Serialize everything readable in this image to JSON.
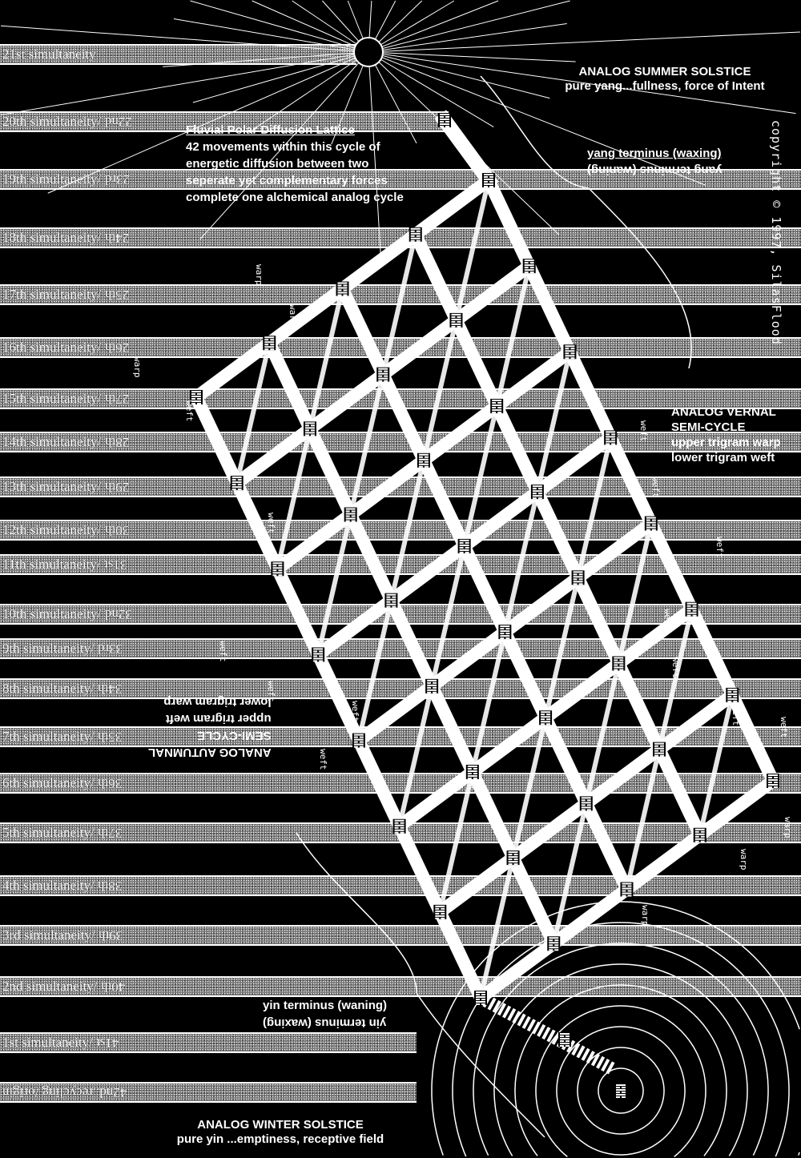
{
  "bands": [
    {
      "label": "21st simultaneity",
      "flipped": ""
    },
    {
      "label": "20th simultaneity/ ",
      "flipped": "22nd"
    },
    {
      "label": "19th simultaneity/ ",
      "flipped": "23rd"
    },
    {
      "label": "18th simultaneity/ ",
      "flipped": "24th"
    },
    {
      "label": "17th simultaneity/ ",
      "flipped": "25th"
    },
    {
      "label": "16th simultaneity/ ",
      "flipped": "26th"
    },
    {
      "label": "15th simultaneity/ ",
      "flipped": "27th"
    },
    {
      "label": "14th simultaneity/ ",
      "flipped": "28th"
    },
    {
      "label": "13th simultaneity/ ",
      "flipped": "29th"
    },
    {
      "label": "12th simultaneity/ ",
      "flipped": "30th"
    },
    {
      "label": "11th simultaneity/ ",
      "flipped": "31st"
    },
    {
      "label": "10th simultaneity/ ",
      "flipped": "32nd"
    },
    {
      "label": "9th simultaneity/ ",
      "flipped": "33rd"
    },
    {
      "label": "8th simultaneity/ ",
      "flipped": "34th"
    },
    {
      "label": "7th simultaneity/ ",
      "flipped": "35th"
    },
    {
      "label": "6th simultaneity/ ",
      "flipped": "36th"
    },
    {
      "label": "5th simultaneity/ ",
      "flipped": "37th"
    },
    {
      "label": "4th simultaneity/ ",
      "flipped": "38th"
    },
    {
      "label": "3rd simultaneity/ ",
      "flipped": "39th"
    },
    {
      "label": "2nd simultaneity/ ",
      "flipped": "40th"
    },
    {
      "label": "1st simultaneity/ ",
      "flipped": "41st"
    },
    {
      "label": "",
      "flipped": "42nd..recycling /origin"
    }
  ],
  "lattice": {
    "title": "Fluvial Polar Diffusion Lattice",
    "description": [
      "42 movements within this cycle of",
      "energetic diffusion between two",
      "seperate yet complementary forces",
      "complete one alchemical analog cycle"
    ]
  },
  "summer": {
    "title": "ANALOG SUMMER SOLSTICE",
    "subtitle": "pure yang...fullness, force of Intent"
  },
  "yang": {
    "waxing": "yang terminus (waxing)",
    "waning": "yang terminus (waning)"
  },
  "vernal": [
    "ANALOG VERNAL",
    "SEMI-CYCLE",
    "upper trigram warp",
    "lower trigram weft"
  ],
  "autumnal": [
    "ANALOG AUTUMNAL",
    "SEMI-CYCLE",
    "upper trigram weft",
    "lower trigram warp"
  ],
  "yin": {
    "waning": "yin terminus (waning)",
    "waxing": "yin terminus (waxing)"
  },
  "winter": {
    "title": "ANALOG WINTER SOLSTICE",
    "subtitle": "pure yin ...emptiness, receptive field"
  },
  "copyright": "copyright © 1997, SilasFlood",
  "thread_labels": {
    "warp": "warp",
    "weft": "weft"
  }
}
